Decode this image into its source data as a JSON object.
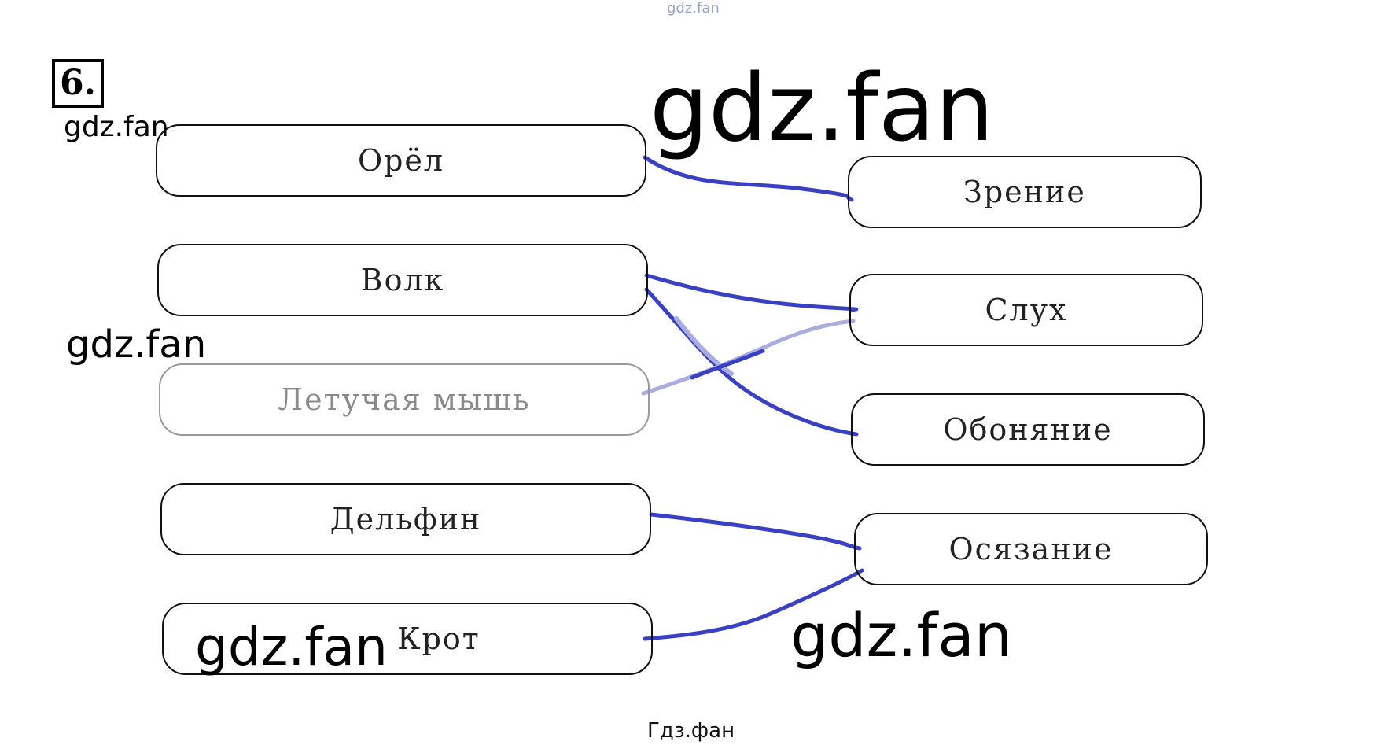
{
  "header": {
    "watermark_small": "gdz.fan",
    "task_number": "6."
  },
  "watermarks": {
    "big": "gdz.fan",
    "left_1": "gdz.fan",
    "left_2": "gdz.fan",
    "left_3": "gdz.fan",
    "right_low": "gdz.fan"
  },
  "left_items": [
    {
      "label": "Орёл"
    },
    {
      "label": "Волк"
    },
    {
      "label": "Летучая мышь"
    },
    {
      "label": "Дельфин"
    },
    {
      "label": "Крот"
    }
  ],
  "right_items": [
    {
      "label": "Зрение"
    },
    {
      "label": "Слух"
    },
    {
      "label": "Обоняние"
    },
    {
      "label": "Осязание"
    }
  ],
  "connections": [
    {
      "from": "Орёл",
      "to": "Зрение"
    },
    {
      "from": "Волк",
      "to": "Слух"
    },
    {
      "from": "Волк",
      "to": "Обоняние"
    },
    {
      "from": "Летучая мышь",
      "to": "Слух"
    },
    {
      "from": "Дельфин",
      "to": "Осязание"
    },
    {
      "from": "Крот",
      "to": "Осязание"
    }
  ],
  "colors": {
    "line": "#3a40c4",
    "line_faded": "#a8acdf"
  },
  "footer": {
    "watermark": "Гдз.фан"
  }
}
